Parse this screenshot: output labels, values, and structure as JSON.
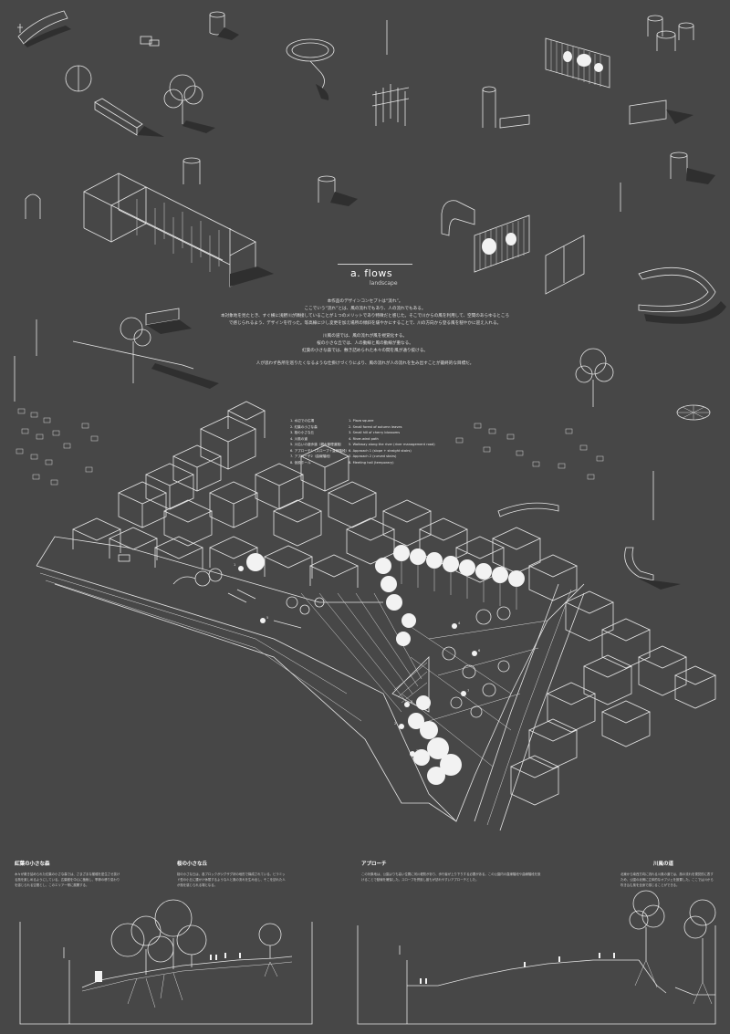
{
  "title": "a. flows",
  "subtitle": "landscape",
  "intro": [
    "本作品のデザインコンセプトは“流れ”。",
    "ここでいう“流れ”とは、風の流れでもあり、人の流れでもある。",
    "本対象地を見たとき、すぐ横に浅野川が隣接していることが１つのメリットであり特徴だと感じた。そこで川からの風を利用して、空間のあらゆるところ",
    "で感じられるよう、デザインを行った。等高線に少し変更を加え場所の傾斜を緩やかにすることで、川の方向から登る風を穏やかに迎え入れる。",
    "川風の道では、風の流れが風を視覚化する。",
    "桜の小さな丘では、人の動線と風の動線が重なる。",
    "紅葉の小さな森では、敷き詰められた木々の間を風が通り抜ける。",
    "人が思わず各所を巡りたくなるような仕掛けづくりにより、風の流れが人の流れを生み出すことが最終的な目標だ。"
  ],
  "legend_jp": [
    "1. 水辺での広場",
    "2. 紅葉の小さな森",
    "3. 桜の小さな丘",
    "4. 川風の道",
    "5. 川沿いの遊歩道（親水管理道路）",
    "6. アプローチ1（スロープ＋直線階段）",
    "7. アプローチ2（曲線階段）",
    "8. 仮設ホール"
  ],
  "legend_en": [
    "1. Plaza square",
    "2. Small forest of autumn leaves",
    "3. Small hill of cherry blossoms",
    "4. River-wind path",
    "5. Walkway along the river (river management road)",
    "6. Approach 1 (slope + straight stairs)",
    "7. Approach 2 (curved stairs)",
    "8. Meeting hall (temporary)"
  ],
  "sections": [
    {
      "title": "紅葉の小さな森",
      "body": "木々が敷き詰められた紅葉の小さな森では、さまざまな樹種を密生させ抜ける風を楽しめるようにしている。広葉樹を中心に植栽し、季節の移り変わりを感じられる空間とし、このエリア一帯に展開する。"
    },
    {
      "title": "桜の小さな丘",
      "body": "桜の小さな丘は、各ブロックがジグザグ状の地形で構成されている。ビラミッド型の小丘に腰かけ休憩するような人と風の流れを生み出し、そこを訪れた人が風を感じられる場となる。"
    },
    {
      "title": "アプローチ",
      "body": "この対象地は、公園よりも高い位置に河川堤防があり、歩行者が上り下りする必要がある。この公園内の直線階段や曲線階段を設けることで動線を確保した。スロープを併設し誰もが訪れやすいアプローチとした。"
    },
    {
      "title": "川風の道",
      "body": "北東から南西方向に流れる川風の道では、風の流れを視覚的に表すため、公園の北側に立体的なオブジェを設置した。ここでは川から吹き込む風を全身で感じることができる。"
    }
  ],
  "area_numbers": [
    "1",
    "2",
    "3",
    "4",
    "5",
    "6",
    "7",
    "8"
  ]
}
